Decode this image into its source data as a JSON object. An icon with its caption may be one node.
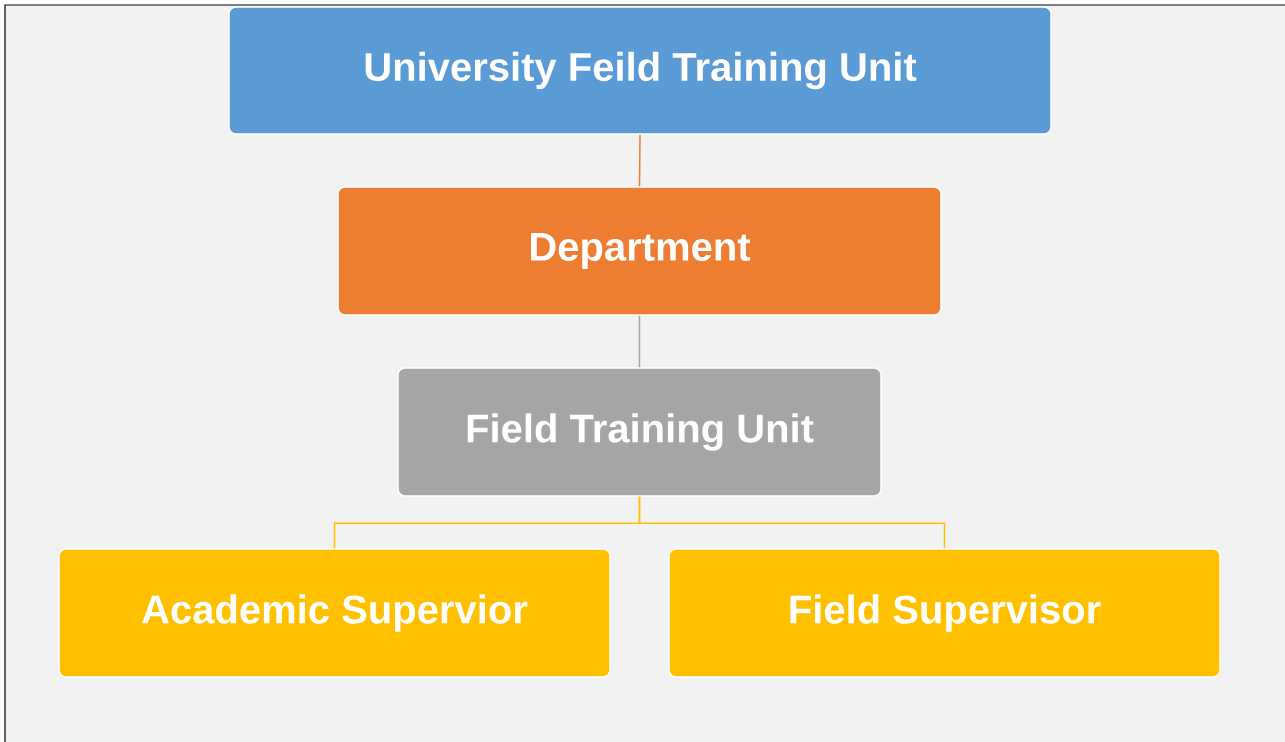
{
  "diagram": {
    "nodes": [
      {
        "text": [
          "University Feild Training Unit"
        ]
      },
      {
        "text": [
          "Department"
        ]
      },
      {
        "text": [
          "Field Training Unit"
        ]
      },
      {
        "text": [
          "Academic Supervior"
        ]
      },
      {
        "text": [
          "Field Supervisor"
        ]
      }
    ],
    "edges": [
      {
        "from": 0,
        "to": 1,
        "arrow": "none",
        "color": "#ed7d31"
      },
      {
        "from": 1,
        "to": 2,
        "arrow": "none",
        "color": "#a5a5a5"
      },
      {
        "from": 2,
        "to": 3,
        "arrow": "none",
        "color": "#ffc000"
      },
      {
        "from": 2,
        "to": 4,
        "arrow": "none",
        "color": "#ffc000"
      }
    ]
  }
}
